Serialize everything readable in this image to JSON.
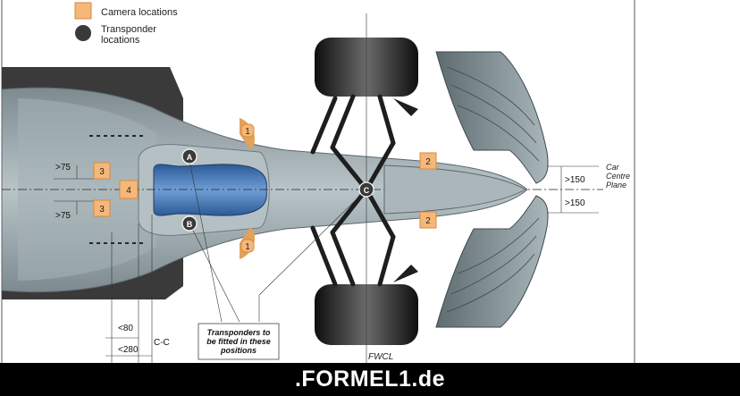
{
  "legend": {
    "camera_label": "Camera locations",
    "transponder_label": "Transponder\nlocations"
  },
  "cameras": {
    "c1": "1",
    "c2": "2",
    "c3": "3",
    "c4": "4"
  },
  "transponders": {
    "a": "A",
    "b": "B",
    "c": "C"
  },
  "dimensions": {
    "gt75": ">75",
    "gt150": ">150",
    "lt80": "<80",
    "lt280": "<280",
    "cc": "C-C"
  },
  "labels": {
    "car_centre_plane": "Car\nCentre\nPlane",
    "fwcl": "FWCL",
    "transponder_note": "Transponders to\nbe fitted in these\npositions"
  },
  "footer": {
    "brand_prefix": ".FORMEL",
    "brand_one": "1",
    "brand_suffix": ".de"
  },
  "colors": {
    "camera": "#f5b87a",
    "camera_stroke": "#d98a3a",
    "transponder": "#3a3a3a",
    "body": "#9aa8ad",
    "cockpit": "#3d6fb0",
    "tyre": "#1c1c1c"
  }
}
